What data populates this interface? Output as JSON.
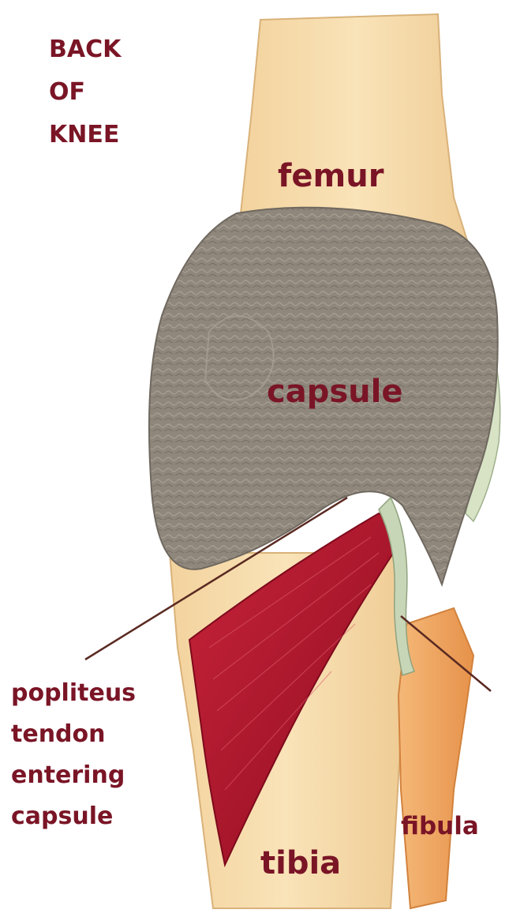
{
  "title_lines": [
    "BACK",
    "OF",
    "KNEE"
  ],
  "labels": {
    "femur": "femur",
    "capsule": "capsule",
    "popliteus_lines": [
      "popliteus",
      "tendon",
      "entering",
      "capsule"
    ],
    "fibula": "fibula",
    "tibia": "tibia"
  },
  "colors": {
    "label_text": "#7a1526",
    "bone": "#f7deb0",
    "bone_shadow": "#e8c58e",
    "capsule": "#8f877c",
    "capsule_dark": "#6f685f",
    "muscle": "#b3122a",
    "muscle_dark": "#7e0a1c",
    "tendon": "#c8d6b8",
    "fibula": "#f1a864",
    "leader_line": "#5a2a22"
  }
}
